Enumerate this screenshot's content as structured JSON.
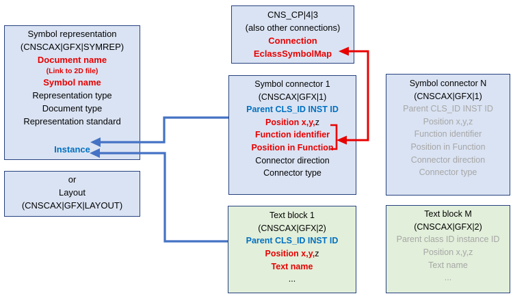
{
  "colors": {
    "box_blue_fill": "#dae3f3",
    "box_green_fill": "#e2efda",
    "box_border": "#24407e",
    "connector_blue": "#4472c4",
    "arrow_red": "#e80000",
    "text_blue": "#0070c0",
    "text_red": "#e60000",
    "text_gray": "#a6a6a6"
  },
  "boxes": {
    "symbol_representation": {
      "title": "Symbol representation",
      "subtitle": "(CNSCAX|GFX|SYMREP)",
      "document_name": "Document name",
      "link_note": "(Link to 2D file)",
      "symbol_name": "Symbol name",
      "representation_type": "Representation type",
      "document_type": "Document type",
      "representation_standard": "Representation standard",
      "instance": "Instance"
    },
    "layout_alternative": {
      "or_label": "or",
      "title": "Layout",
      "subtitle": "(CNSCAX|GFX|LAYOUT)"
    },
    "cns_cp": {
      "title": "CNS_CP|4|3",
      "subtitle": "(also other connections)",
      "connection": "Connection",
      "eclass_symbol_map": "EclassSymbolMap"
    },
    "symbol_connector_1": {
      "title": "Symbol connector 1",
      "subtitle": "(CNSCAX|GFX|1)",
      "parent": "Parent CLS_ID INST ID",
      "position": "Position x,y,",
      "position_suffix": "z",
      "function_identifier": "Function identifier",
      "position_in_function": "Position in Function",
      "connector_direction": "Connector direction",
      "connector_type": "Connector type"
    },
    "symbol_connector_n": {
      "title": "Symbol connector N",
      "subtitle": "(CNSCAX|GFX|1)",
      "parent": "Parent CLS_ID INST ID",
      "position": "Position x,y,z",
      "function_identifier": "Function identifier",
      "position_in_function": "Position in Function",
      "connector_direction": "Connector direction",
      "connector_type": "Connector type"
    },
    "text_block_1": {
      "title": "Text block 1",
      "subtitle": "(CNSCAX|GFX|2)",
      "parent": "Parent CLS_ID INST ID",
      "position": "Position x,y,",
      "position_suffix": "z",
      "text_name": "Text name",
      "ellipsis": "..."
    },
    "text_block_m": {
      "title": "Text block M",
      "subtitle": "(CNSCAX|GFX|2)",
      "parent": "Parent class ID instance ID",
      "position": "Position x,y,z",
      "text_name": "Text name",
      "ellipsis": "..."
    }
  }
}
